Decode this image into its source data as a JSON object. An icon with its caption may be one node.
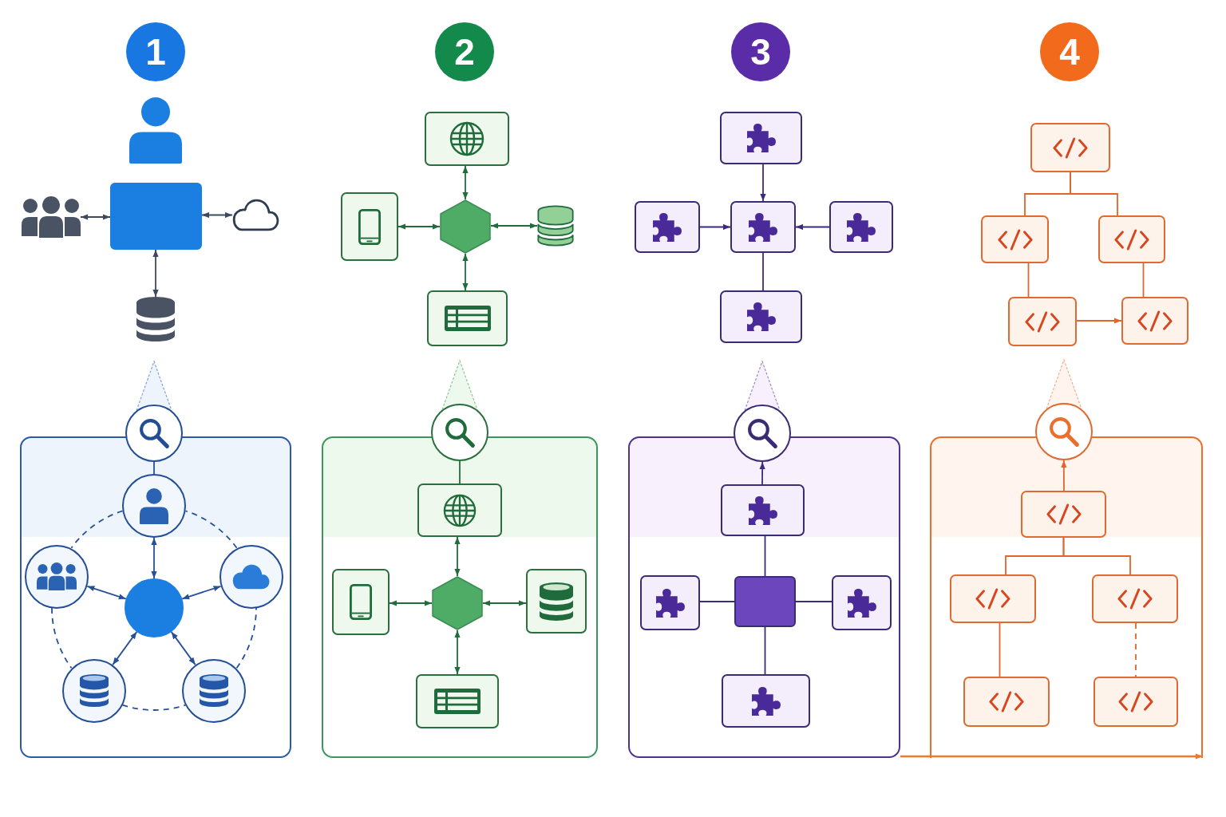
{
  "diagram": {
    "nodes": [
      {
        "text": [
          "1"
        ]
      },
      {
        "text": [],
        "shape": "person"
      },
      {
        "text": [],
        "shape": "person"
      },
      {
        "text": [],
        "shape": "box"
      },
      {
        "text": [],
        "shape": "cloud"
      },
      {
        "text": [],
        "shape": "cylinder"
      },
      {
        "text": [],
        "shape": "box"
      },
      {
        "text": [],
        "shape": "circle"
      },
      {
        "text": [],
        "shape": "circle",
        "in": 6
      },
      {
        "text": [],
        "shape": "circle",
        "in": 6
      },
      {
        "text": [],
        "shape": "circle",
        "in": 6
      },
      {
        "text": [],
        "shape": "circle",
        "in": 6
      },
      {
        "text": [],
        "shape": "circle",
        "in": 6
      },
      {
        "text": [],
        "shape": "circle",
        "in": 6
      },
      {
        "text": [
          "2"
        ]
      },
      {
        "text": [],
        "shape": "box"
      },
      {
        "text": [],
        "shape": "box"
      },
      {
        "text": [],
        "shape": "hexagon"
      },
      {
        "text": [],
        "shape": "cylinder"
      },
      {
        "text": [],
        "shape": "box"
      },
      {
        "text": [],
        "shape": "box"
      },
      {
        "text": [],
        "shape": "circle"
      },
      {
        "text": [],
        "shape": "box",
        "in": 20
      },
      {
        "text": [],
        "shape": "box",
        "in": 20
      },
      {
        "text": [],
        "shape": "hexagon",
        "in": 20
      },
      {
        "text": [],
        "shape": "box",
        "in": 20
      },
      {
        "text": [],
        "shape": "box",
        "in": 20
      },
      {
        "text": [
          "3"
        ]
      },
      {
        "text": [],
        "shape": "box"
      },
      {
        "text": [],
        "shape": "box"
      },
      {
        "text": [],
        "shape": "box"
      },
      {
        "text": [],
        "shape": "box"
      },
      {
        "text": [],
        "shape": "box"
      },
      {
        "text": [],
        "shape": "box"
      },
      {
        "text": [],
        "shape": "circle"
      },
      {
        "text": [],
        "shape": "box",
        "in": 33
      },
      {
        "text": [],
        "shape": "box",
        "in": 33
      },
      {
        "text": [],
        "shape": "box",
        "in": 33
      },
      {
        "text": [],
        "shape": "box",
        "in": 33
      },
      {
        "text": [],
        "shape": "box",
        "in": 33
      },
      {
        "text": [
          "4"
        ]
      },
      {
        "text": [],
        "shape": "box"
      },
      {
        "text": [],
        "shape": "box"
      },
      {
        "text": [],
        "shape": "box"
      },
      {
        "text": [],
        "shape": "box"
      },
      {
        "text": [],
        "shape": "box"
      },
      {
        "text": [],
        "shape": "box"
      },
      {
        "text": [],
        "shape": "circle"
      },
      {
        "text": [],
        "shape": "box",
        "in": 46
      },
      {
        "text": [],
        "shape": "box",
        "in": 46
      },
      {
        "text": [],
        "shape": "box",
        "in": 46
      },
      {
        "text": [],
        "shape": "box",
        "in": 46
      },
      {
        "text": [],
        "shape": "box",
        "in": 46
      }
    ],
    "edges": [
      {
        "from": 2,
        "to": 3,
        "arrow": "both",
        "color": "#3d4a5e"
      },
      {
        "from": 3,
        "to": 4,
        "arrow": "both",
        "color": "#3d4a5e"
      },
      {
        "from": 3,
        "to": 5,
        "arrow": "both",
        "color": "#3d4a5e"
      },
      {
        "from": 7,
        "to": 8,
        "arrow": "none",
        "color": "#27509a"
      },
      {
        "from": 8,
        "to": 11,
        "arrow": "both",
        "color": "#27509a"
      },
      {
        "from": 11,
        "to": 9,
        "arrow": "both",
        "color": "#27509a"
      },
      {
        "from": 11,
        "to": 10,
        "arrow": "both",
        "color": "#27509a"
      },
      {
        "from": 11,
        "to": 12,
        "arrow": "both",
        "color": "#27509a"
      },
      {
        "from": 11,
        "to": 13,
        "arrow": "both",
        "color": "#27509a"
      },
      {
        "from": 8,
        "to": 9,
        "arrow": "none",
        "style": "dashed",
        "color": "#27509a"
      },
      {
        "from": 9,
        "to": 12,
        "arrow": "none",
        "style": "dashed",
        "color": "#27509a"
      },
      {
        "from": 12,
        "to": 13,
        "arrow": "none",
        "style": "dashed",
        "color": "#27509a"
      },
      {
        "from": 13,
        "to": 10,
        "arrow": "none",
        "style": "dashed",
        "color": "#27509a"
      },
      {
        "from": 10,
        "to": 8,
        "arrow": "none",
        "style": "dashed",
        "color": "#27509a"
      },
      {
        "from": 15,
        "to": 17,
        "arrow": "both",
        "color": "#226b3d"
      },
      {
        "from": 16,
        "to": 17,
        "arrow": "both",
        "color": "#226b3d"
      },
      {
        "from": 17,
        "to": 18,
        "arrow": "both",
        "color": "#226b3d"
      },
      {
        "from": 17,
        "to": 19,
        "arrow": "both",
        "color": "#226b3d"
      },
      {
        "from": 21,
        "to": 22,
        "arrow": "none",
        "color": "#226b3d"
      },
      {
        "from": 22,
        "to": 24,
        "arrow": "both",
        "color": "#226b3d"
      },
      {
        "from": 23,
        "to": 24,
        "arrow": "both",
        "color": "#226b3d"
      },
      {
        "from": 24,
        "to": 25,
        "arrow": "both",
        "color": "#226b3d"
      },
      {
        "from": 24,
        "to": 26,
        "arrow": "both",
        "color": "#226b3d"
      },
      {
        "from": 28,
        "to": 30,
        "arrow": "to",
        "color": "#3d2a7a"
      },
      {
        "from": 29,
        "to": 30,
        "arrow": "to",
        "color": "#3d2a7a"
      },
      {
        "from": 31,
        "to": 30,
        "arrow": "to",
        "color": "#3d2a7a"
      },
      {
        "from": 30,
        "to": 32,
        "arrow": "none",
        "color": "#3d2a7a"
      },
      {
        "from": 35,
        "to": 34,
        "arrow": "to",
        "color": "#3d2a7a"
      },
      {
        "from": 35,
        "to": 37,
        "arrow": "none",
        "color": "#3d2a7a"
      },
      {
        "from": 36,
        "to": 37,
        "arrow": "none",
        "color": "#3d2a7a"
      },
      {
        "from": 37,
        "to": 38,
        "arrow": "none",
        "color": "#3d2a7a"
      },
      {
        "from": 37,
        "to": 39,
        "arrow": "none",
        "color": "#3d2a7a"
      },
      {
        "from": 41,
        "to": 42,
        "arrow": "none",
        "color": "#e2662c"
      },
      {
        "from": 41,
        "to": 43,
        "arrow": "none",
        "color": "#e2662c"
      },
      {
        "from": 42,
        "to": 44,
        "arrow": "none",
        "color": "#e2662c"
      },
      {
        "from": 43,
        "to": 45,
        "arrow": "none",
        "color": "#e2662c"
      },
      {
        "from": 44,
        "to": 45,
        "arrow": "to",
        "color": "#e2662c"
      },
      {
        "from": 48,
        "to": 47,
        "arrow": "to",
        "color": "#e2662c"
      },
      {
        "from": 48,
        "to": 49,
        "arrow": "none",
        "color": "#e2662c"
      },
      {
        "from": 48,
        "to": 50,
        "arrow": "none",
        "color": "#e2662c"
      },
      {
        "from": 49,
        "to": 51,
        "arrow": "none",
        "color": "#e2662c"
      },
      {
        "from": 50,
        "to": 52,
        "arrow": "none",
        "style": "dashed",
        "color": "#e2662c"
      },
      {
        "from": 33,
        "to": 46,
        "arrow": "to",
        "color": "#f07a2a"
      }
    ]
  }
}
